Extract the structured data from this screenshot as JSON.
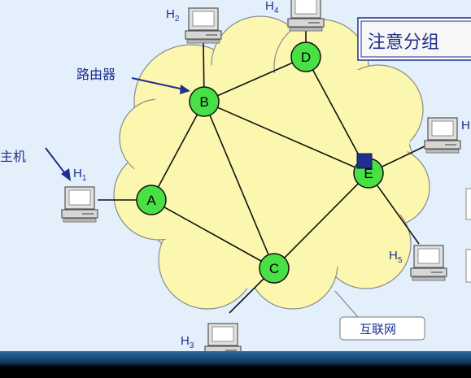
{
  "labels": {
    "router": "路由器",
    "host": "主机",
    "internet": "互联网",
    "note": "注意分组"
  },
  "nodes": {
    "A": "A",
    "B": "B",
    "C": "C",
    "D": "D",
    "E": "E"
  },
  "hosts": {
    "h1": {
      "main": "H",
      "sub": "1"
    },
    "h2": {
      "main": "H",
      "sub": "2"
    },
    "h3": {
      "main": "H",
      "sub": "3"
    },
    "h4": {
      "main": "H",
      "sub": "4"
    },
    "h5": {
      "main": "H",
      "sub": "5"
    },
    "h6": {
      "main": "H",
      "sub": ""
    }
  },
  "colors": {
    "cloud": "#fbf7ae",
    "router": "#49e046",
    "text": "#1f2f8f",
    "packet": "#1f2f8f"
  }
}
